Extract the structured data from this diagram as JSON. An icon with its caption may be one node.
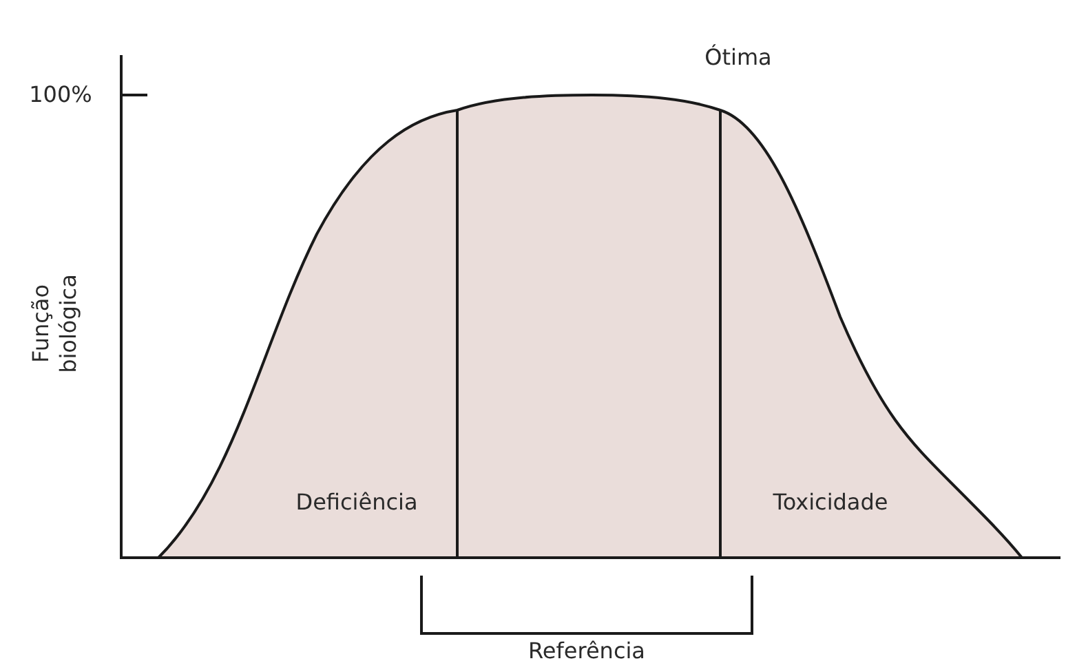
{
  "diagram": {
    "labels": [
      "Ótima",
      "100%",
      "Função biológica",
      "Deficiência",
      "Toxicidade",
      "Referência"
    ]
  }
}
